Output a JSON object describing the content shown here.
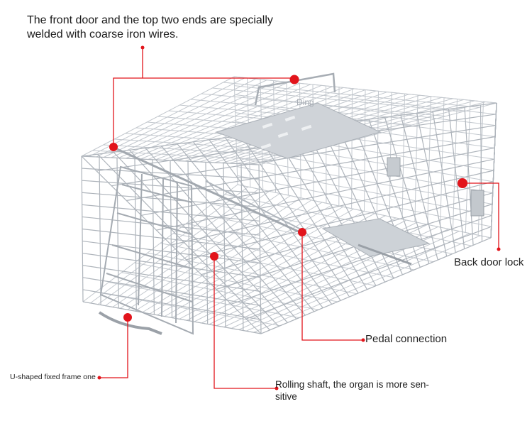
{
  "annotations": {
    "front_door": {
      "line1": "The front door and the top two ends are specially",
      "line2": "welded with coarse iron wires."
    },
    "back_door_lock": "Back door lock",
    "pedal_connection": "Pedal connection",
    "rolling_shaft": {
      "line1": "Rolling shaft, the organ is more sen-",
      "line2": "sitive"
    },
    "u_frame": "U-shaped fixed frame one",
    "brand_mark": "Ding"
  },
  "colors": {
    "callout": "#e2141b",
    "wire": "#b9bec4",
    "plate": "#cdd1d6"
  },
  "image_subject": "galvanized wire live-catch animal cage trap"
}
